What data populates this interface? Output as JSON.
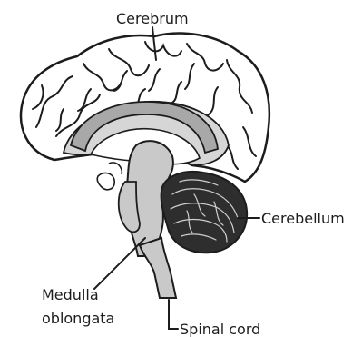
{
  "labels": {
    "cerebrum": "Cerebrum",
    "cerebellum": "Cerebellum",
    "medulla_line1": "Medulla",
    "medulla_line2": "oblongata",
    "spinal_cord": "Spinal cord"
  },
  "colors": {
    "outline": "#1c1c1c",
    "cortex_fill": "#ffffff",
    "callosum_fill": "#a8a8a8",
    "inner_fill": "#d6d6d6",
    "stem_fill": "#c9c9c9",
    "cerebellum_fill": "#2e2e2e"
  }
}
